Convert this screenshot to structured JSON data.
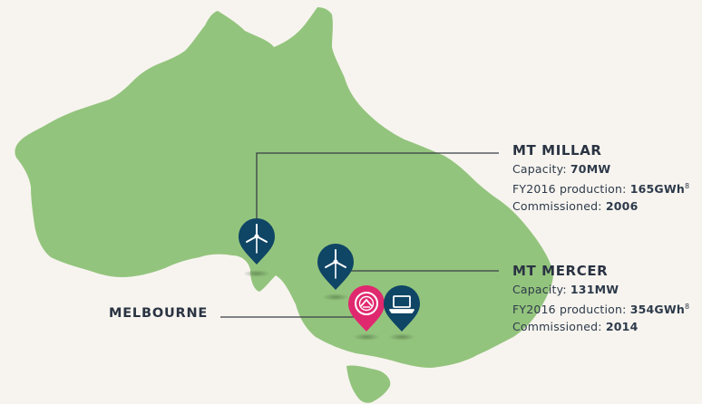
{
  "map": {
    "land_color": "#93c47d",
    "background_color": "#f7f4ef",
    "wind_pin_color": "#0f4565",
    "office_pin_color": "#0f4565",
    "hq_pin_color": "#e0286f",
    "leader_line_color": "#3a3f45"
  },
  "sites": [
    {
      "name": "MT MILLAR",
      "capacity_label": "Capacity: ",
      "capacity": "70MW",
      "production_label": "FY2016 production: ",
      "production": "165GWh",
      "footnote": "8",
      "commissioned_label": "Commissioned: ",
      "commissioned": "2006",
      "icon": "wind-turbine-icon"
    },
    {
      "name": "MT MERCER",
      "capacity_label": "Capacity: ",
      "capacity": "131MW",
      "production_label": "FY2016 production: ",
      "production": "354GWh",
      "footnote": "8",
      "commissioned_label": "Commissioned: ",
      "commissioned": "2014",
      "icon": "wind-turbine-icon"
    }
  ],
  "city": {
    "name": "MELBOURNE",
    "icons": [
      "hq-logo-icon",
      "laptop-icon"
    ]
  }
}
